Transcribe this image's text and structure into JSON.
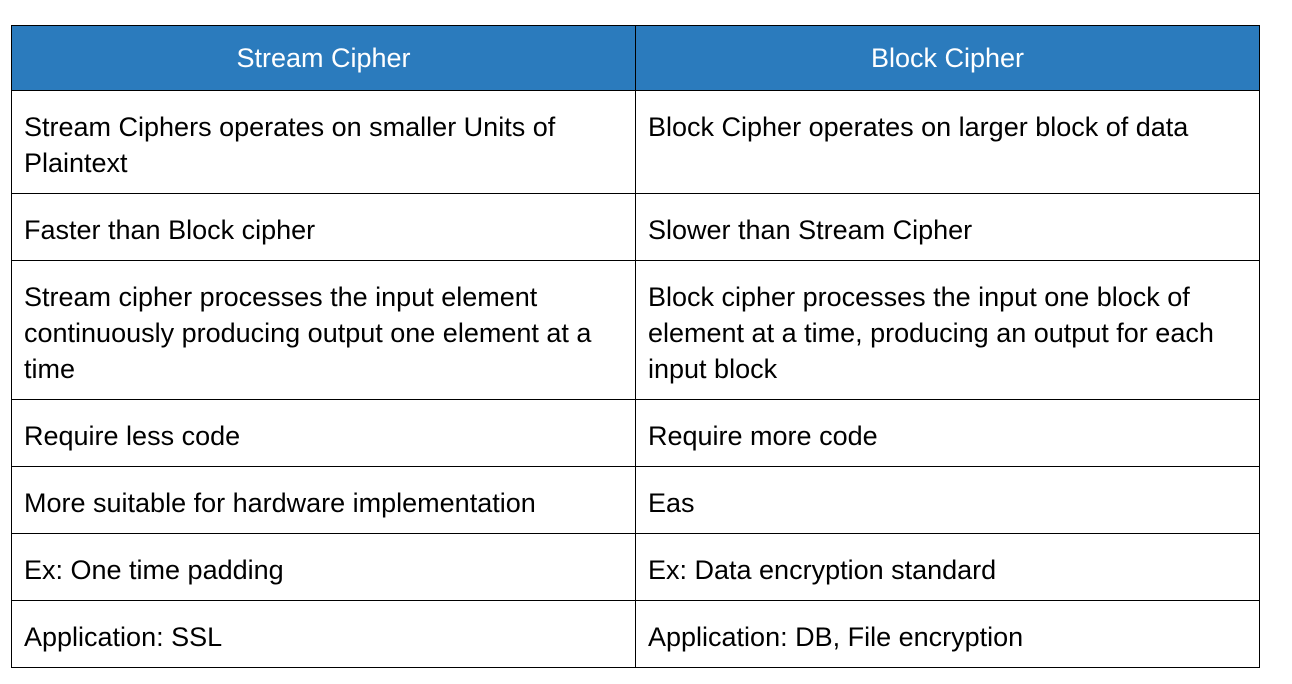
{
  "table": {
    "headers": [
      "Stream Cipher",
      "Block Cipher"
    ],
    "header_color": "#2b7bbd",
    "rows": [
      [
        "Stream Ciphers operates on smaller Units of Plaintext",
        "Block Cipher operates on larger block of data"
      ],
      [
        "Faster than Block cipher",
        "Slower than Stream Cipher"
      ],
      [
        "Stream cipher processes the input element continuously producing output one element at a time",
        "Block cipher processes the input one block of element at a time, producing an output for each input block"
      ],
      [
        "Require less code",
        "Require more code"
      ],
      [
        "More suitable for hardware implementation",
        "Eas"
      ],
      [
        "Ex: One time padding",
        "Ex: Data encryption standard"
      ],
      [
        "Application: SSL",
        "Application: DB, File encryption"
      ]
    ]
  }
}
